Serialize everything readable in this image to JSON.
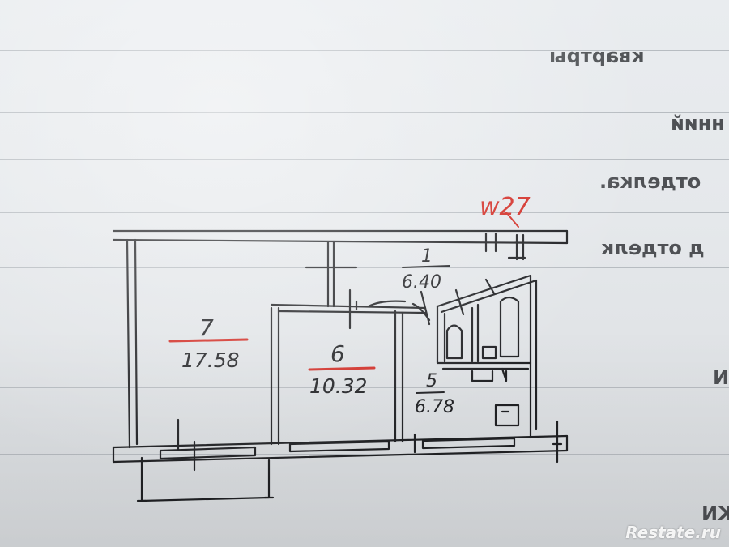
{
  "form": {
    "lines_mirrored": [
      "квартры",
      "нний",
      "отделка.",
      "д отделк"
    ]
  },
  "plan": {
    "rooms": [
      {
        "number": "7",
        "area": "17.58"
      },
      {
        "number": "6",
        "area": "10.32"
      },
      {
        "number": "1",
        "area": "6.40"
      },
      {
        "number": "5",
        "area": "6.78"
      }
    ],
    "annotation": "w27"
  },
  "watermark": "Restate.ru",
  "colors": {
    "ink": "#202124",
    "red_pen": "#d22c24",
    "paper": "#e7eaed"
  }
}
